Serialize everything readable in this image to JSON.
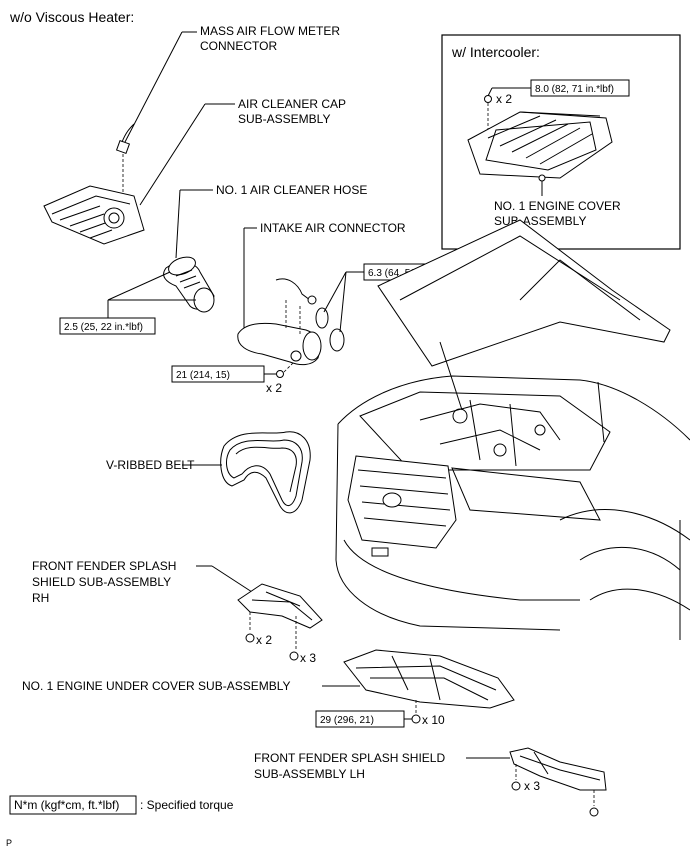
{
  "view_title": "w/o Viscous Heater:",
  "inset": {
    "title": "w/ Intercooler:"
  },
  "parts": {
    "maf_connector": [
      "MASS AIR FLOW METER",
      "CONNECTOR"
    ],
    "air_cleaner_cap": [
      "AIR CLEANER CAP",
      "SUB-ASSEMBLY"
    ],
    "air_cleaner_hose": [
      "NO. 1 AIR CLEANER HOSE"
    ],
    "intake_air_connector": [
      "INTAKE AIR CONNECTOR"
    ],
    "engine_cover": [
      "NO. 1 ENGINE COVER",
      "SUB-ASSEMBLY"
    ],
    "v_ribbed_belt": [
      "V-RIBBED BELT"
    ],
    "fender_shield_rh": [
      "FRONT FENDER SPLASH",
      "SHIELD SUB-ASSEMBLY",
      "RH"
    ],
    "engine_under_cover": [
      "NO. 1 ENGINE UNDER COVER SUB-ASSEMBLY"
    ],
    "fender_shield_lh": [
      "FRONT FENDER SPLASH SHIELD",
      "SUB-ASSEMBLY LH"
    ]
  },
  "torques": {
    "engine_cover": "8.0 (82, 71 in.*lbf)",
    "hose_clamps": "2.5 (25, 22 in.*lbf)",
    "connector_clamps": "6.3 (64, 56 in.*lbf)",
    "connector_bolts": "21 (214, 15)",
    "under_cover_bolts": "29 (296, 21)"
  },
  "quantities": {
    "engine_cover_nuts": "x 2",
    "connector_bolts": "x 2",
    "rh_clips": "x 2",
    "rh_bolts": "x 3",
    "under_cover_bolts": "x 10",
    "lh_bolts": "x 3"
  },
  "legend": {
    "box": "N*m (kgf*cm, ft.*lbf)",
    "text": ": Specified torque"
  },
  "corner_mark": "P"
}
